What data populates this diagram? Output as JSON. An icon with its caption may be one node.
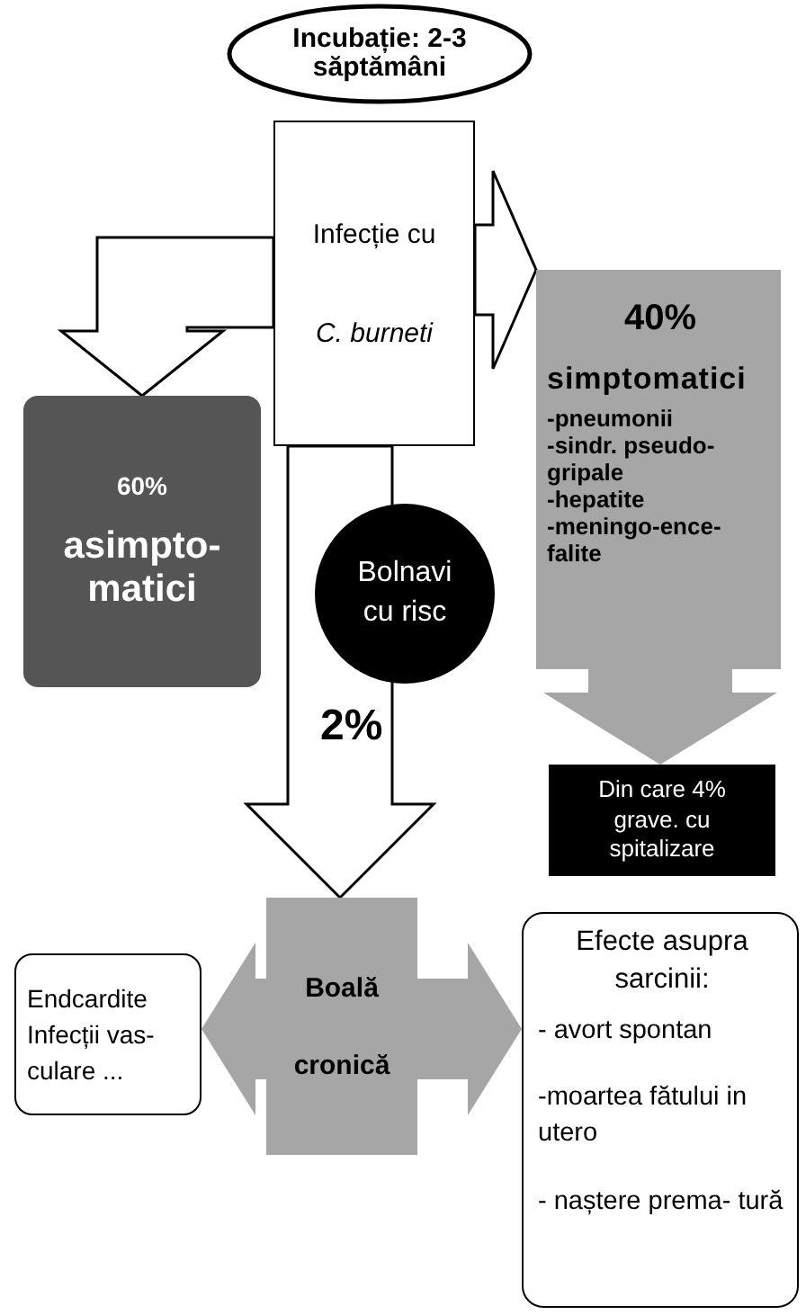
{
  "diagram": {
    "nodes": [
      {
        "text": [
          "Incubație: 2-3 săptămâni"
        ]
      },
      {
        "text": [
          "Infecție cu",
          "C. burneti"
        ]
      },
      {
        "text": [
          "60%",
          "asimpto- matici"
        ]
      },
      {
        "text": [
          "40%",
          "simptomatici",
          "-pneumonii",
          "-sindr. pseudo- gripale",
          "-hepatite",
          "-meningo-ence- falite"
        ]
      },
      {
        "text": [
          "Bolnavi cu risc"
        ]
      },
      {
        "text": [
          "Din care 4% grave. cu spitalizare"
        ]
      },
      {
        "text": [
          "Boală",
          "cronică"
        ]
      },
      {
        "text": [
          "Endcardite Infecții vas- culare ..."
        ]
      },
      {
        "text": [
          "Efecte asupra sarcinii:",
          "- avort spontan",
          "-moartea fătului in utero",
          "- naștere prema- tură"
        ]
      }
    ],
    "edges": [
      {
        "from": 1,
        "to": 2,
        "arrow": "to",
        "color": "#ffffff"
      },
      {
        "from": 1,
        "to": 3,
        "arrow": "to",
        "color": "#ffffff"
      },
      {
        "from": 1,
        "to": 6,
        "arrow": "to",
        "label": "2%",
        "color": "#ffffff"
      },
      {
        "from": 3,
        "to": 5,
        "arrow": "to",
        "color": "#a6a6a6"
      },
      {
        "from": 6,
        "to": 7,
        "arrow": "to",
        "color": "#a6a6a6"
      },
      {
        "from": 6,
        "to": 8,
        "arrow": "to",
        "color": "#a6a6a6"
      }
    ]
  }
}
